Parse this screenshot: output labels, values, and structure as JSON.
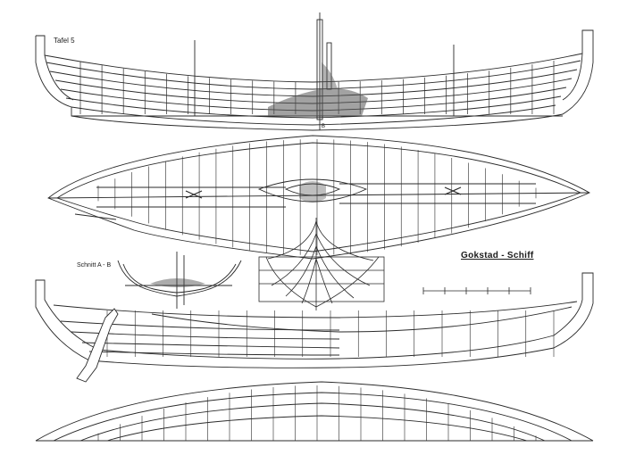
{
  "sheet": {
    "plate_label": "Tafel 5",
    "section_label": "Schnitt A - B",
    "title": "Gokstad - Schiff",
    "section_mark": "B"
  },
  "scale_bar": {
    "divisions": 5
  },
  "colors": {
    "ink": "#2a2a2a",
    "paper": "#ffffff",
    "shade": "#555555"
  }
}
